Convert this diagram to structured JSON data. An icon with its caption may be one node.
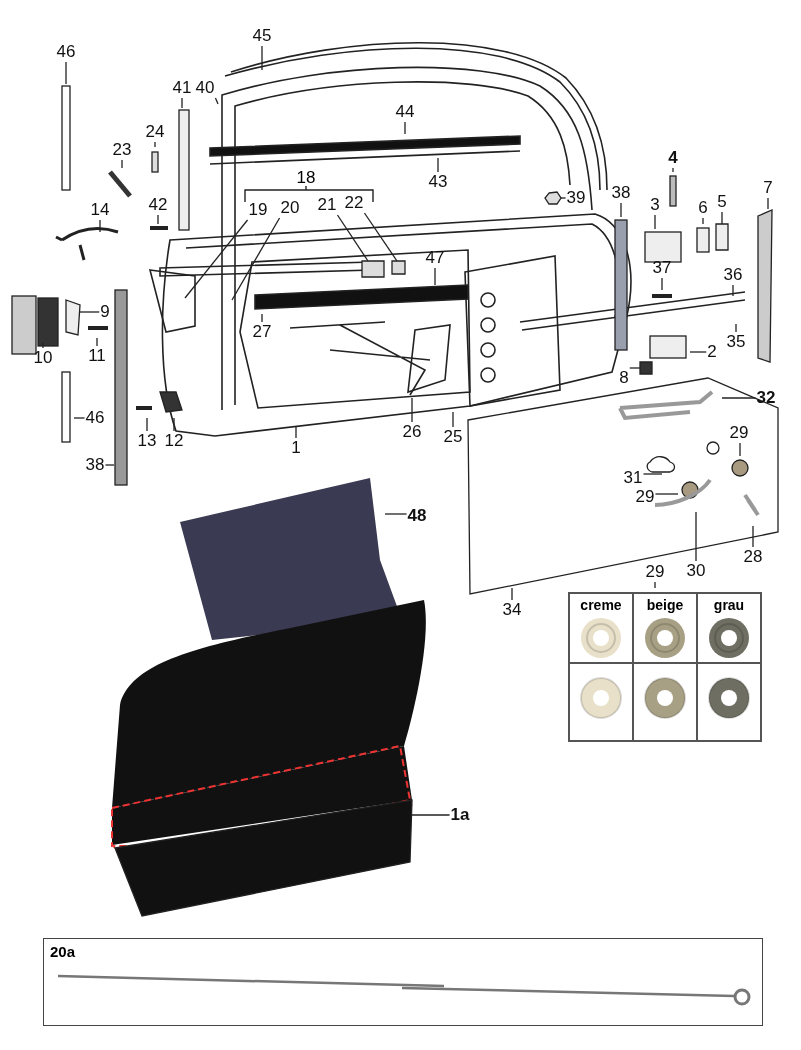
{
  "diagram": {
    "nodes": [
      {
        "text": [
          "45"
        ]
      },
      {
        "text": [
          "46"
        ]
      },
      {
        "text": [
          "41"
        ]
      },
      {
        "text": [
          "40"
        ]
      },
      {
        "text": [
          "44"
        ]
      },
      {
        "text": [
          "24"
        ]
      },
      {
        "text": [
          "23"
        ]
      },
      {
        "text": [
          "43"
        ]
      },
      {
        "text": [
          "4"
        ]
      },
      {
        "text": [
          "38"
        ]
      },
      {
        "text": [
          "39"
        ]
      },
      {
        "text": [
          "7"
        ]
      },
      {
        "text": [
          "3"
        ]
      },
      {
        "text": [
          "6"
        ]
      },
      {
        "text": [
          "5"
        ]
      },
      {
        "text": [
          "19"
        ]
      },
      {
        "text": [
          "20"
        ]
      },
      {
        "text": [
          "21"
        ]
      },
      {
        "text": [
          "22"
        ]
      },
      {
        "text": [
          "42"
        ]
      },
      {
        "text": [
          "14"
        ]
      },
      {
        "text": [
          "47"
        ]
      },
      {
        "text": [
          "37"
        ]
      },
      {
        "text": [
          "36"
        ]
      },
      {
        "text": [
          "9"
        ]
      },
      {
        "text": [
          "27"
        ]
      },
      {
        "text": [
          "35"
        ]
      },
      {
        "text": [
          "10"
        ]
      },
      {
        "text": [
          "11"
        ]
      },
      {
        "text": [
          "2"
        ]
      },
      {
        "text": [
          "8"
        ]
      },
      {
        "text": [
          "32"
        ]
      },
      {
        "text": [
          "46"
        ]
      },
      {
        "text": [
          "26"
        ]
      },
      {
        "text": [
          "25"
        ]
      },
      {
        "text": [
          "1"
        ]
      },
      {
        "text": [
          "13"
        ]
      },
      {
        "text": [
          "12"
        ]
      },
      {
        "text": [
          "29"
        ]
      },
      {
        "text": [
          "38"
        ]
      },
      {
        "text": [
          "31"
        ]
      },
      {
        "text": [
          "29"
        ]
      },
      {
        "text": [
          "48"
        ]
      },
      {
        "text": [
          "28"
        ]
      },
      {
        "text": [
          "30"
        ]
      },
      {
        "text": [
          "29"
        ]
      },
      {
        "text": [
          "34"
        ]
      },
      {
        "text": [
          "1a"
        ]
      },
      {
        "text": [
          "20a"
        ]
      },
      {
        "text": [],
        "shape": "picture"
      },
      {
        "text": [],
        "shape": "box"
      },
      {
        "text": [],
        "shape": "box"
      },
      {
        "text": [],
        "shape": "box"
      },
      {
        "text": [],
        "shape": "box"
      },
      {
        "text": [],
        "shape": "picture"
      },
      {
        "text": [],
        "shape": "picture"
      }
    ],
    "edges": [
      {
        "from": 0,
        "to": null,
        "arrow": "none"
      },
      {
        "from": 1,
        "to": null,
        "arrow": "none"
      },
      {
        "from": 2,
        "to": null,
        "arrow": "none"
      },
      {
        "from": 3,
        "to": null,
        "arrow": "none"
      },
      {
        "from": 4,
        "to": null,
        "arrow": "none"
      },
      {
        "from": 5,
        "to": null,
        "arrow": "none"
      },
      {
        "from": 6,
        "to": null,
        "arrow": "none"
      },
      {
        "from": 7,
        "to": null,
        "arrow": "none"
      },
      {
        "from": 8,
        "to": null,
        "arrow": "none"
      },
      {
        "from": 9,
        "to": null,
        "arrow": "none"
      },
      {
        "from": 10,
        "to": 49,
        "arrow": "none"
      },
      {
        "from": 11,
        "to": null,
        "arrow": "none"
      },
      {
        "from": 12,
        "to": null,
        "arrow": "none"
      },
      {
        "from": 13,
        "to": null,
        "arrow": "none"
      },
      {
        "from": 14,
        "to": 50,
        "arrow": "none"
      },
      {
        "from": 15,
        "to": null,
        "arrow": "none"
      },
      {
        "from": 16,
        "to": null,
        "arrow": "none"
      },
      {
        "from": 17,
        "to": 51,
        "arrow": "none"
      },
      {
        "from": 18,
        "to": 52,
        "arrow": "none"
      },
      {
        "from": 19,
        "to": null,
        "arrow": "none"
      },
      {
        "from": 20,
        "to": null,
        "arrow": "none"
      },
      {
        "from": 21,
        "to": null,
        "arrow": "none"
      },
      {
        "from": 22,
        "to": null,
        "arrow": "none"
      },
      {
        "from": 23,
        "to": null,
        "arrow": "none"
      },
      {
        "from": 24,
        "to": 55,
        "arrow": "none"
      },
      {
        "from": 25,
        "to": null,
        "arrow": "none"
      },
      {
        "from": 26,
        "to": null,
        "arrow": "none"
      },
      {
        "from": 27,
        "to": null,
        "arrow": "none"
      },
      {
        "from": 28,
        "to": null,
        "arrow": "none"
      },
      {
        "from": 29,
        "to": null,
        "arrow": "none"
      },
      {
        "from": 30,
        "to": 53,
        "arrow": "none"
      },
      {
        "from": 31,
        "to": null,
        "arrow": "none"
      },
      {
        "from": 32,
        "to": null,
        "arrow": "none"
      },
      {
        "from": 33,
        "to": null,
        "arrow": "none"
      },
      {
        "from": 34,
        "to": null,
        "arrow": "none"
      },
      {
        "from": 35,
        "to": null,
        "arrow": "none"
      },
      {
        "from": 36,
        "to": null,
        "arrow": "none"
      },
      {
        "from": 37,
        "to": null,
        "arrow": "none"
      },
      {
        "from": 38,
        "to": null,
        "arrow": "none"
      },
      {
        "from": 39,
        "to": null,
        "arrow": "none"
      },
      {
        "from": 40,
        "to": null,
        "arrow": "none"
      },
      {
        "from": 41,
        "to": null,
        "arrow": "none"
      },
      {
        "from": 42,
        "to": null,
        "arrow": "none"
      },
      {
        "from": 43,
        "to": null,
        "arrow": "none"
      },
      {
        "from": 44,
        "to": null,
        "arrow": "none"
      },
      {
        "from": 45,
        "to": null,
        "arrow": "none"
      },
      {
        "from": 46,
        "to": null,
        "arrow": "none"
      },
      {
        "from": 47,
        "to": 54,
        "arrow": "none"
      }
    ],
    "labels": [
      "18",
      "creme",
      "beige",
      "grau"
    ]
  }
}
